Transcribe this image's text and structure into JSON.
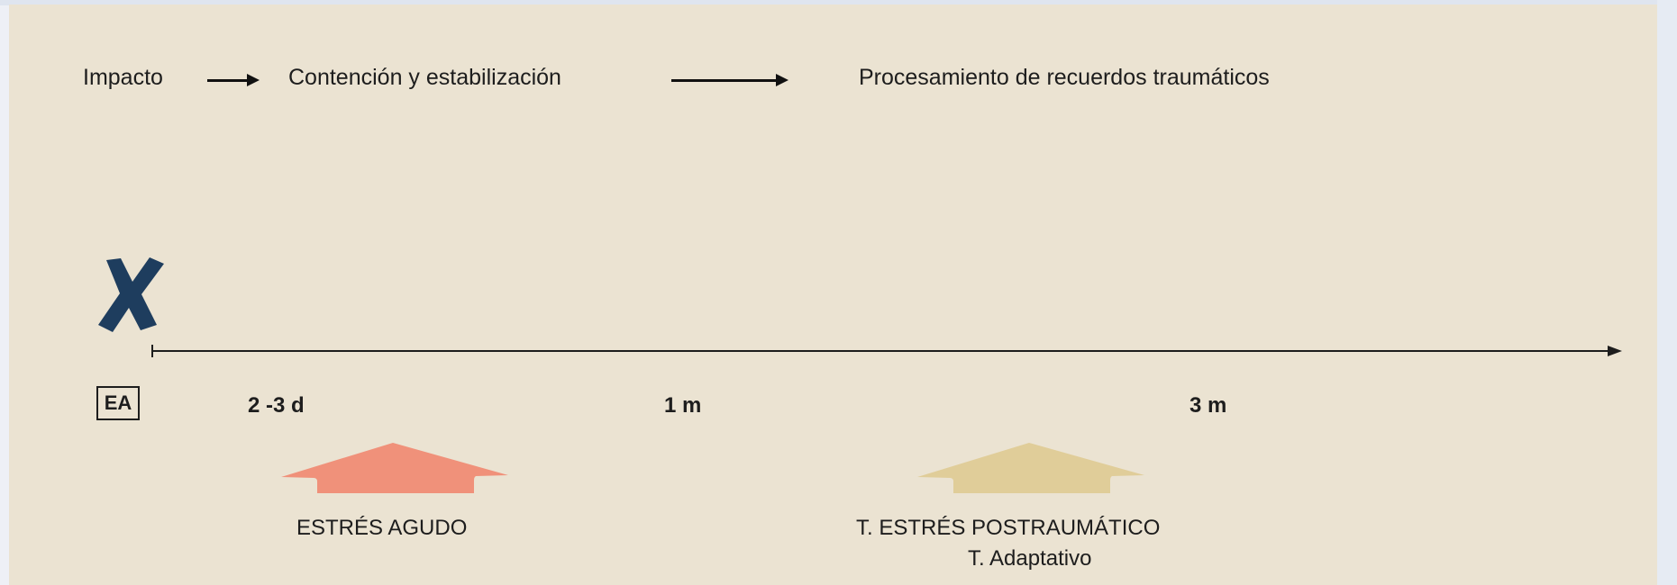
{
  "phases": {
    "impact": "Impacto",
    "containment": "Contención y estabilización",
    "processing": "Procesamiento de recuerdos traumáticos"
  },
  "timeline": {
    "start_box": "EA",
    "ticks": [
      "2 -3 d",
      "1 m",
      "3 m"
    ]
  },
  "zones": {
    "acute": {
      "label": "ESTRÉS AGUDO",
      "color": "#f0917a"
    },
    "ptsd": {
      "label_line1": "T. ESTRÉS POSTRAUMÁTICO",
      "label_line2": "T. Adaptativo",
      "color": "#e0cd99"
    }
  },
  "colors": {
    "background": "#ebe3d2",
    "cross": "#1e3d5e",
    "text": "#1d1d1d"
  },
  "icons": {
    "event_marker": "x-mark-icon"
  }
}
